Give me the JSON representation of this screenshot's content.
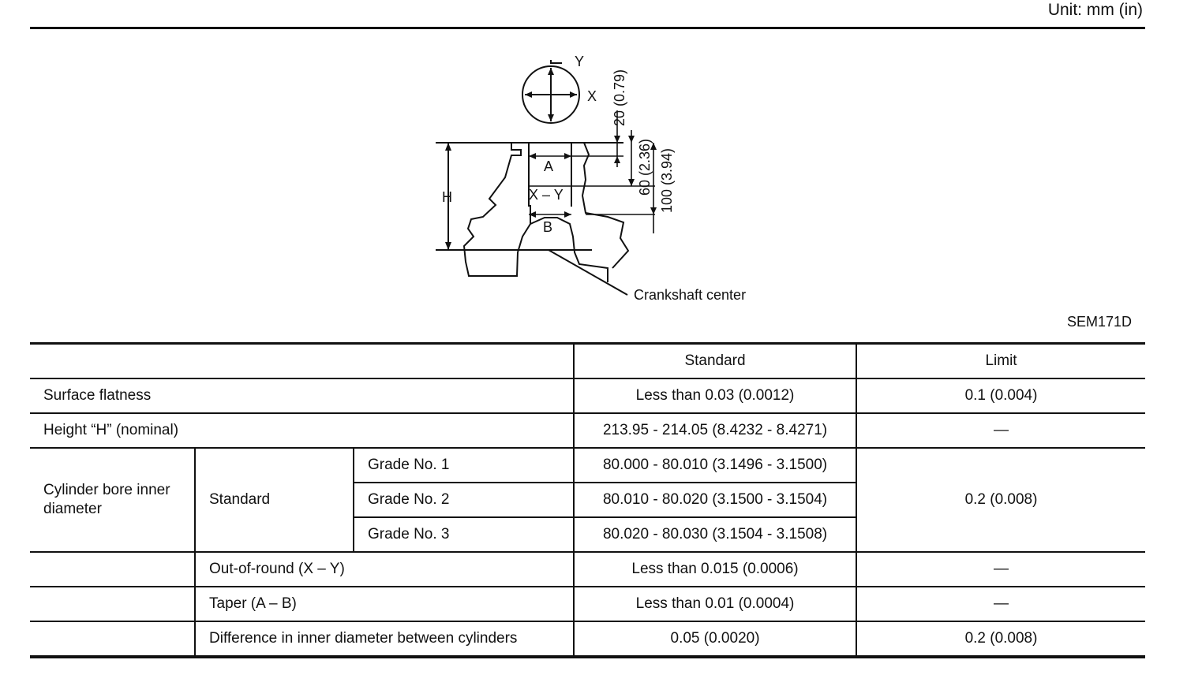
{
  "header": {
    "unit_label": "Unit: mm (in)"
  },
  "figure": {
    "id": "SEM171D",
    "labels": {
      "y_axis": "Y",
      "x_axis": "X",
      "a": "A",
      "b": "B",
      "h": "H",
      "x_y": "X – Y",
      "crankshaft": "Crankshaft  center",
      "dim_20": "20 (0.79)",
      "dim_60": "60 (2.36)",
      "dim_100": "100 (3.94)"
    }
  },
  "table": {
    "header": {
      "standard": "Standard",
      "limit": "Limit"
    },
    "surface_flatness": {
      "label": "Surface flatness",
      "standard": "Less than 0.03 (0.0012)",
      "limit": "0.1 (0.004)"
    },
    "height": {
      "label": "Height “H” (nominal)",
      "standard": "213.95 - 214.05 (8.4232 - 8.4271)",
      "limit": "—"
    },
    "bore": {
      "label": "Cylinder bore inner diameter",
      "sub_label": "Standard",
      "limit": "0.2 (0.008)",
      "grades": [
        {
          "label": "Grade No. 1",
          "standard": "80.000 - 80.010 (3.1496 - 3.1500)"
        },
        {
          "label": "Grade No. 2",
          "standard": "80.010 - 80.020 (3.1500 - 3.1504)"
        },
        {
          "label": "Grade No. 3",
          "standard": "80.020 - 80.030 (3.1504 - 3.1508)"
        }
      ]
    },
    "out_of_round": {
      "label": "Out-of-round (X – Y)",
      "standard": "Less than 0.015 (0.0006)",
      "limit": "—"
    },
    "taper": {
      "label": "Taper (A – B)",
      "standard": "Less than 0.01 (0.0004)",
      "limit": "—"
    },
    "difference": {
      "label": "Difference in inner diameter between cylinders",
      "standard": "0.05 (0.0020)",
      "limit": "0.2 (0.008)"
    }
  }
}
